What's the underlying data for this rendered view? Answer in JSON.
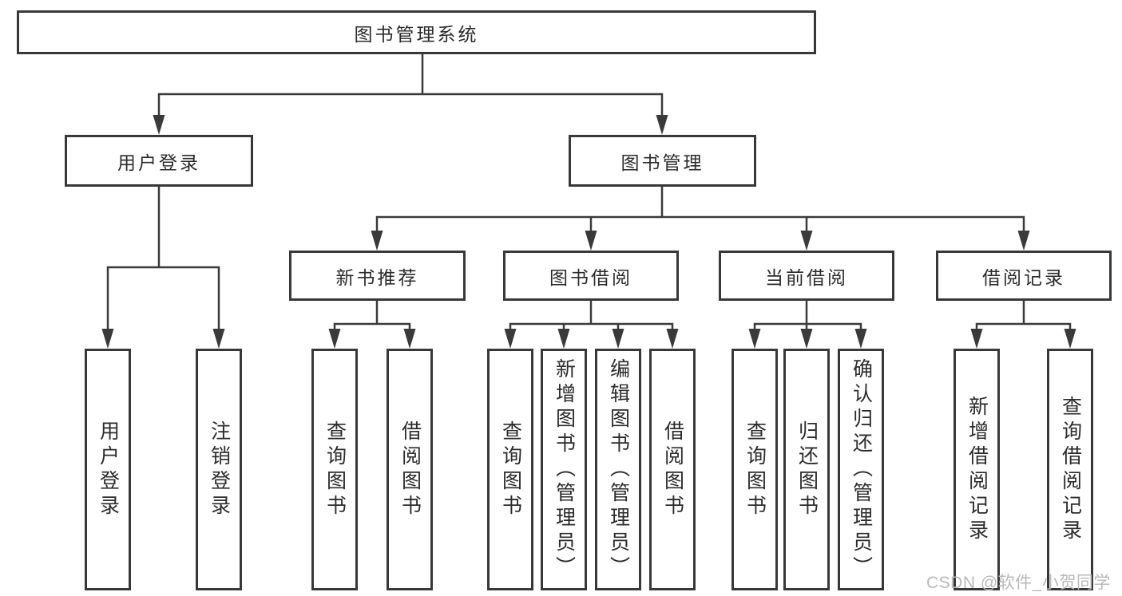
{
  "diagram_title": "图书管理系统",
  "tree": {
    "root": "图书管理系统",
    "branches": [
      {
        "label": "用户登录",
        "children": [
          "用户登录",
          "注销登录"
        ]
      },
      {
        "label": "图书管理",
        "sections": [
          {
            "label": "新书推荐",
            "children": [
              "查询图书",
              "借阅图书"
            ]
          },
          {
            "label": "图书借阅",
            "children": [
              "查询图书",
              "新增图书（管理员）",
              "编辑图书（管理员）",
              "借阅图书"
            ]
          },
          {
            "label": "当前借阅",
            "children": [
              "查询图书",
              "归还图书",
              "确认归还（管理员）"
            ]
          },
          {
            "label": "借阅记录",
            "children": [
              "新增借阅记录",
              "查询借阅记录"
            ]
          }
        ]
      }
    ]
  },
  "watermark": {
    "text": "CSDN @软件_小贺同学"
  },
  "colors": {
    "line": "#3a3a3a",
    "box_border": "#383838",
    "text": "#2b2b2b",
    "background": "#ffffff",
    "watermark": "#b9b9b9"
  }
}
